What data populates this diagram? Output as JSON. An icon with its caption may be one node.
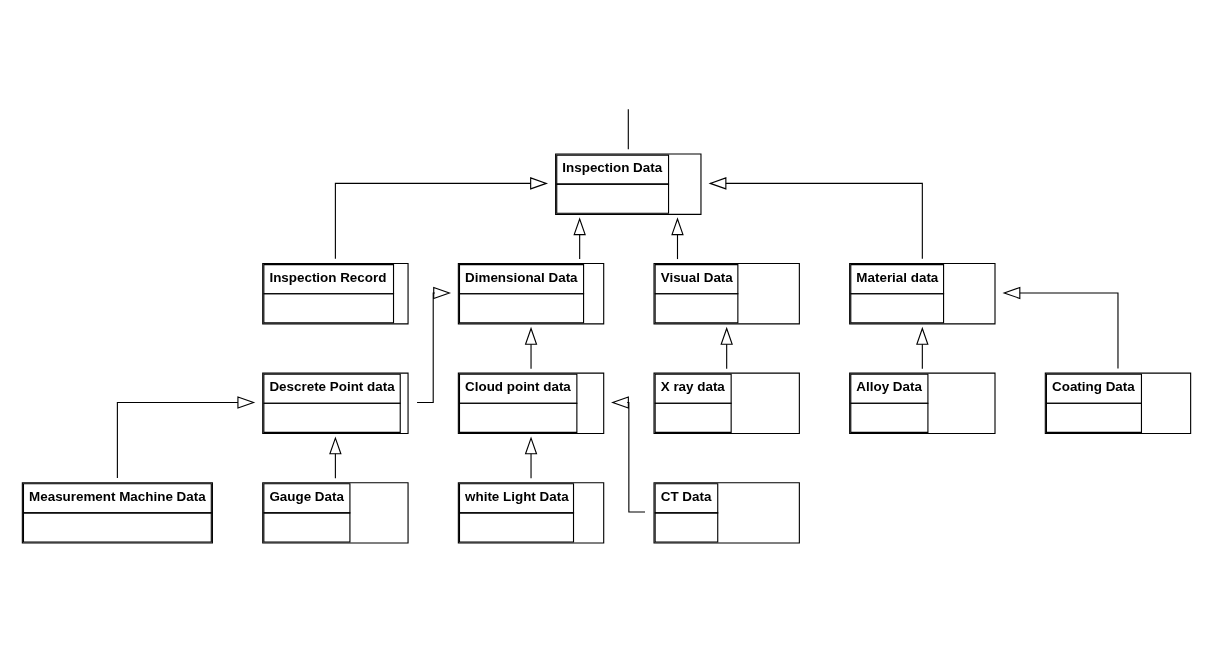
{
  "diagram": {
    "nodes": [
      {
        "text": [
          "Inspection Data"
        ]
      },
      {
        "text": [
          "Inspection Record"
        ]
      },
      {
        "text": [
          "Dimensional Data"
        ]
      },
      {
        "text": [
          "Visual Data"
        ]
      },
      {
        "text": [
          "Material data"
        ]
      },
      {
        "text": [
          "Descrete Point data"
        ]
      },
      {
        "text": [
          "Cloud point data"
        ]
      },
      {
        "text": [
          "X ray data"
        ]
      },
      {
        "text": [
          "Alloy Data"
        ]
      },
      {
        "text": [
          "Coating Data"
        ]
      },
      {
        "text": [
          "Measurement Machine Data"
        ]
      },
      {
        "text": [
          "Gauge Data"
        ]
      },
      {
        "text": [
          "white Light Data"
        ]
      },
      {
        "text": [
          "CT Data"
        ]
      }
    ],
    "edges": [
      {
        "from": null,
        "to": 0,
        "arrow": "none"
      },
      {
        "from": 1,
        "to": 0,
        "arrow": "to"
      },
      {
        "from": 2,
        "to": 0,
        "arrow": "to"
      },
      {
        "from": 3,
        "to": 0,
        "arrow": "to"
      },
      {
        "from": 4,
        "to": 0,
        "arrow": "to"
      },
      {
        "from": 5,
        "to": 2,
        "arrow": "to"
      },
      {
        "from": 6,
        "to": 2,
        "arrow": "to"
      },
      {
        "from": 7,
        "to": 3,
        "arrow": "to"
      },
      {
        "from": 8,
        "to": 4,
        "arrow": "to"
      },
      {
        "from": 9,
        "to": 4,
        "arrow": "to"
      },
      {
        "from": 10,
        "to": 5,
        "arrow": "to"
      },
      {
        "from": 11,
        "to": 5,
        "arrow": "to"
      },
      {
        "from": 12,
        "to": 6,
        "arrow": "to"
      },
      {
        "from": 13,
        "to": 6,
        "arrow": "to"
      }
    ]
  }
}
